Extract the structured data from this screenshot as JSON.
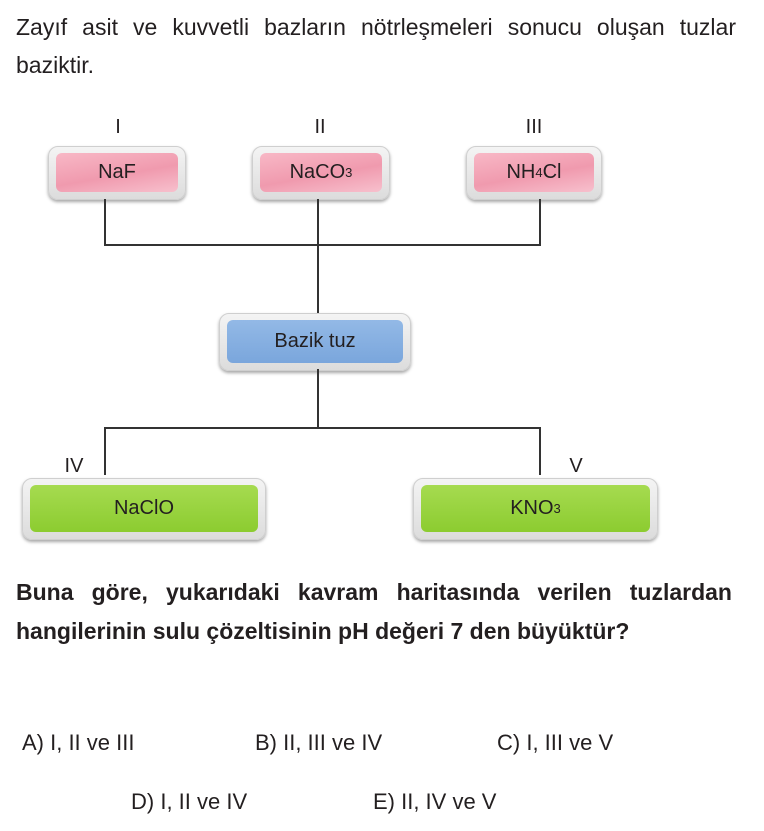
{
  "intro": "Zayıf asit ve kuvvetli bazların nötrleşmeleri sonucu oluşan tuzlar baziktir.",
  "diagram": {
    "top": [
      {
        "roman": "I",
        "base": "NaF",
        "sub": "",
        "rest": ""
      },
      {
        "roman": "II",
        "base": "NaCO",
        "sub": "3",
        "rest": ""
      },
      {
        "roman": "III",
        "base": "NH",
        "sub": "4",
        "rest": "Cl"
      }
    ],
    "center": "Bazik tuz",
    "bottom": [
      {
        "roman": "IV",
        "base": "NaClO",
        "sub": "",
        "rest": ""
      },
      {
        "roman": "V",
        "base": "KNO",
        "sub": "3",
        "rest": ""
      }
    ],
    "colors": {
      "pink": "#f09aae",
      "blue": "#7aa6dc",
      "green": "#8ccc30"
    }
  },
  "question": "Buna göre, yukarıdaki kavram haritasında verilen tuzlardan hangilerinin sulu çözeltisinin pH değeri 7 den büyüktür?",
  "options": [
    "A) I, II ve III",
    "B) II, III ve IV",
    "C) I, III ve V",
    "D) I, II ve IV",
    "E) II, IV ve V"
  ]
}
